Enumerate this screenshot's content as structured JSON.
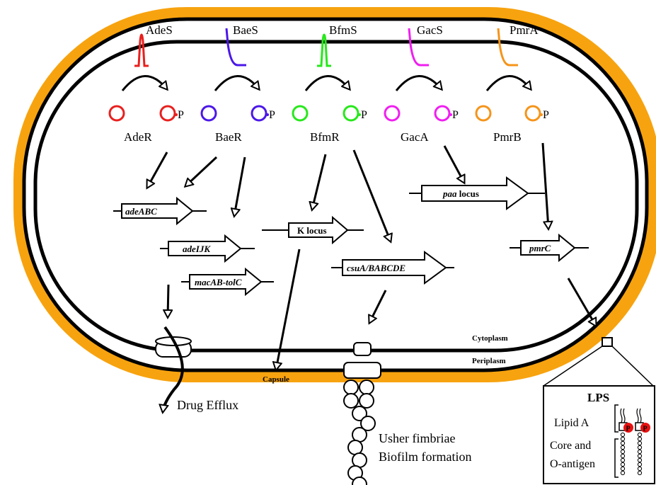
{
  "sensor_kinases": [
    {
      "label": "AdeS",
      "color": "#e8201e"
    },
    {
      "label": "BaeS",
      "color": "#4b17e8"
    },
    {
      "label": "BfmS",
      "color": "#27e81b"
    },
    {
      "label": "GacS",
      "color": "#f01ef0"
    },
    {
      "label": "PmrA",
      "color": "#f5941a"
    }
  ],
  "regulators": [
    {
      "label": "AdeR",
      "phospho": "P"
    },
    {
      "label": "BaeR",
      "phospho": "P"
    },
    {
      "label": "BfmR",
      "phospho": "P"
    },
    {
      "label": "GacA",
      "phospho": "P"
    },
    {
      "label": "PmrB",
      "phospho": "P"
    }
  ],
  "genes": {
    "adeABC": "adeABC",
    "adeIJK": "adeIJK",
    "macAB_tolC": "macAB-tolC",
    "k_locus": "K locus",
    "csu": "csuA/BABCDE",
    "paa_italic": "paa",
    "paa_rest": " locus",
    "pmrC": "pmrC"
  },
  "locations": {
    "cytoplasm": "Cytoplasm",
    "periplasm": "Periplasm",
    "capsule": "Capsule"
  },
  "outputs": {
    "drug_efflux": "Drug Efflux",
    "usher_fimbriae": "Usher fimbriae",
    "biofilm": "Biofilm formation"
  },
  "lps_inset": {
    "title": "LPS",
    "lipid_a": "Lipid A",
    "core_line1": "Core and",
    "core_line2": "O-antigen",
    "phosphate": "P"
  },
  "colors": {
    "capsule": "#f7a30f",
    "membrane": "#000000",
    "phosphate": "#e81010"
  }
}
